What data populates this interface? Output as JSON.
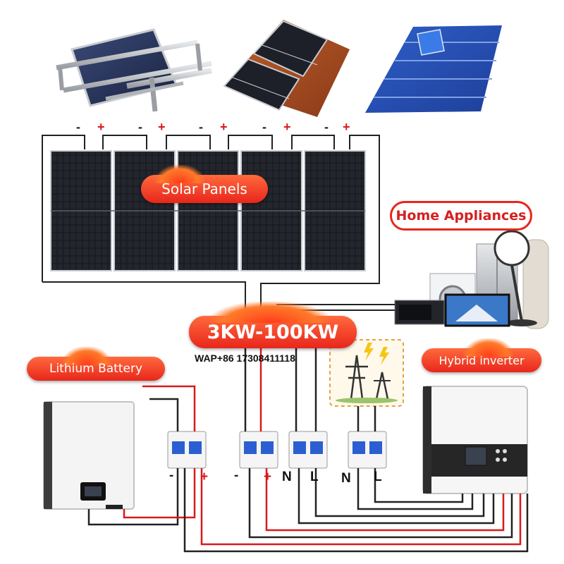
{
  "labels": {
    "solar_panels": "Solar Panels",
    "home_appliances": "Home Appliances",
    "power_range": "3KW-100KW",
    "lithium_battery": "Lithium Battery",
    "hybrid_inverter": "Hybrid inverter",
    "contact": "WAP+86 17308411118"
  },
  "panel_terminals": [
    "-",
    "+",
    "-",
    "+",
    "-",
    "+",
    "-",
    "+",
    "-",
    "+"
  ],
  "breaker_terminals": {
    "battery_minus": "-",
    "battery_plus": "+",
    "pv_minus": "-",
    "pv_plus": "+",
    "grid_n": "N",
    "grid_l": "L",
    "load_n": "N",
    "load_l": "L"
  },
  "colors": {
    "accent": "#e8261c",
    "wire_red": "#d81a1a",
    "wire_black": "#222222",
    "panel": "#1b1d22"
  }
}
